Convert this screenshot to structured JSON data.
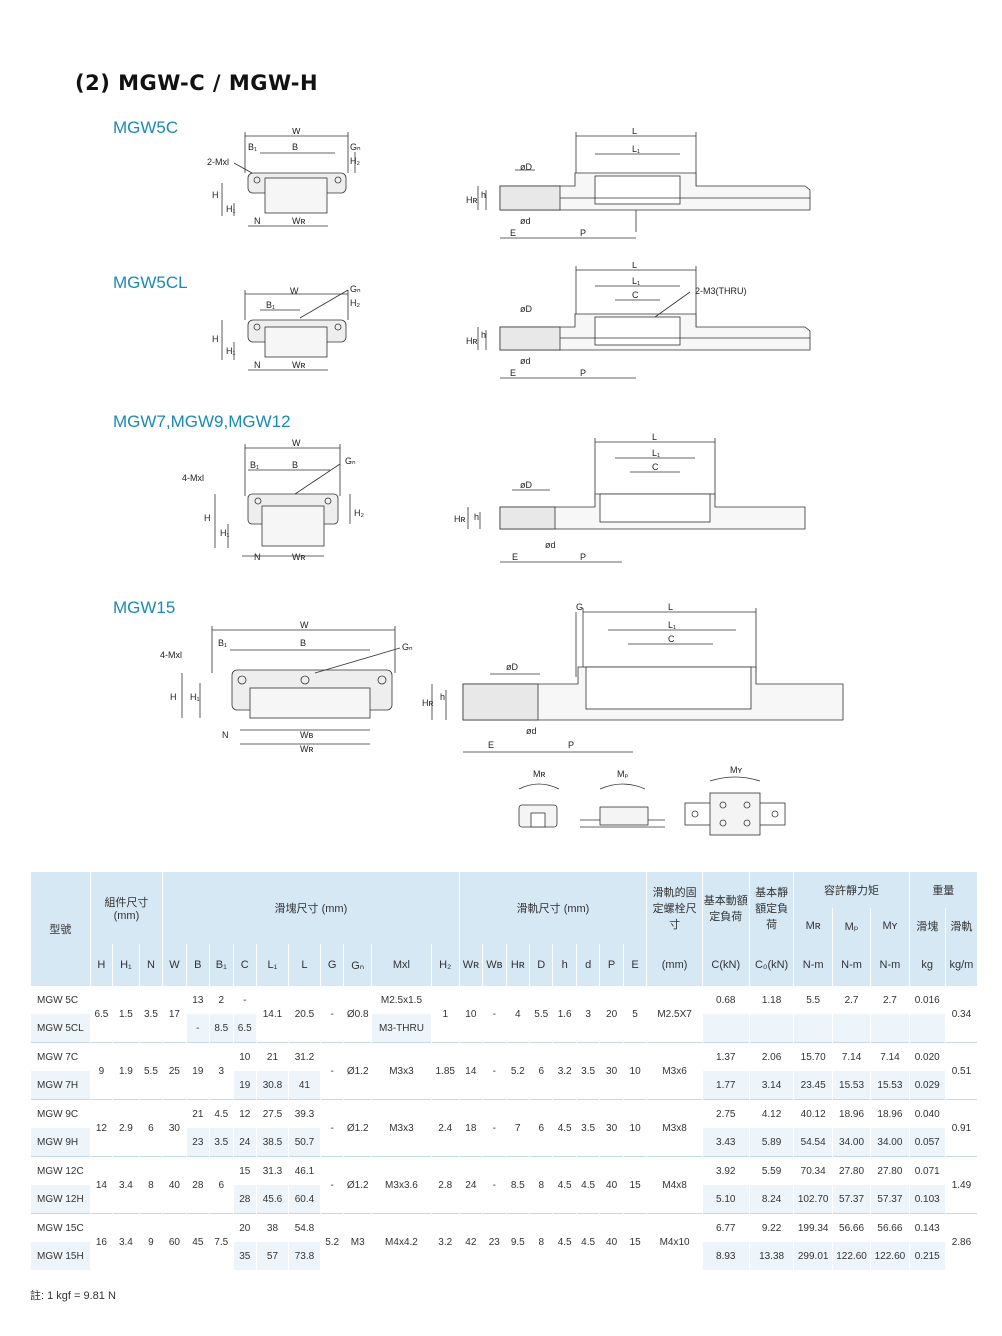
{
  "title": "(2) MGW-C / MGW-H",
  "sections": [
    "MGW5C",
    "MGW5CL",
    "MGW7,MGW9,MGW12",
    "MGW15"
  ],
  "labels": {
    "W": "W",
    "B": "B",
    "B1": "B₁",
    "Gn": "Gₙ",
    "H": "H",
    "H1": "H₁",
    "H2": "H₂",
    "N": "N",
    "WR": "Wʀ",
    "WB": "Wʙ",
    "L": "L",
    "L1": "L₁",
    "C": "C",
    "D": "øD",
    "d": "ød",
    "E": "E",
    "P": "P",
    "h": "h",
    "HR": "Hʀ",
    "G": "G",
    "m2": "2-Mxl",
    "m4": "4-Mxl",
    "thru": "2-M3(THRU)",
    "MR": "Mʀ",
    "MP": "Mₚ",
    "MY": "Mʏ"
  },
  "table": {
    "head": {
      "model": "型號",
      "assembly": "組件尺寸",
      "assembly_unit": "(mm)",
      "block": "滑塊尺寸 (mm)",
      "rail": "滑軌尺寸 (mm)",
      "bolt": "滑軌的固定螺栓尺寸",
      "dyn": "基本動額定負荷",
      "stat": "基本靜額定負荷",
      "moment": "容許靜力矩",
      "weight": "重量",
      "block_w": "滑塊",
      "rail_w": "滑軌",
      "cols": [
        "H",
        "H₁",
        "N",
        "W",
        "B",
        "B₁",
        "C",
        "L₁",
        "L",
        "G",
        "Gₙ",
        "Mxl",
        "H₂",
        "Wʀ",
        "Wʙ",
        "Hʀ",
        "D",
        "h",
        "d",
        "P",
        "E",
        "(mm)",
        "C(kN)",
        "C₀(kN)",
        "N-m",
        "N-m",
        "N-m",
        "kg",
        "kg/m"
      ],
      "moment_cols": [
        "Mʀ",
        "Mₚ",
        "Mʏ"
      ]
    },
    "groups": [
      {
        "shared": {
          "H": "6.5",
          "H1": "1.5",
          "N": "3.5",
          "W": "17",
          "B1": "",
          "G": "-",
          "H2": "1",
          "WR": "10",
          "WB": "-",
          "HR": "4",
          "D": "5.5",
          "h": "1.6",
          "d": "3",
          "P": "20",
          "E": "5",
          "bolt": "M2.5X7",
          "rail_w": "0.34",
          "L1": "14.1",
          "L": "20.5",
          "Gn": "Ø0.8"
        },
        "rows": [
          {
            "model": "MGW 5C",
            "B": "13",
            "B1": "2",
            "C": "-",
            "Mxl": "M2.5x1.5",
            "dyn": "0.68",
            "stat": "1.18",
            "MR": "5.5",
            "MP": "2.7",
            "MY": "2.7",
            "kg": "0.016"
          },
          {
            "model": "MGW 5CL",
            "B": "-",
            "B1": "8.5",
            "C": "6.5",
            "Mxl": "M3-THRU"
          }
        ]
      },
      {
        "shared": {
          "H": "9",
          "H1": "1.9",
          "N": "5.5",
          "W": "25",
          "B": "19",
          "B1": "3",
          "G": "-",
          "Gn": "Ø1.2",
          "Mxl": "M3x3",
          "H2": "1.85",
          "WR": "14",
          "WB": "-",
          "HR": "5.2",
          "D": "6",
          "h": "3.2",
          "d": "3.5",
          "P": "30",
          "E": "10",
          "bolt": "M3x6",
          "rail_w": "0.51"
        },
        "rows": [
          {
            "model": "MGW 7C",
            "C": "10",
            "L1": "21",
            "L": "31.2",
            "dyn": "1.37",
            "stat": "2.06",
            "MR": "15.70",
            "MP": "7.14",
            "MY": "7.14",
            "kg": "0.020"
          },
          {
            "model": "MGW 7H",
            "C": "19",
            "L1": "30.8",
            "L": "41",
            "dyn": "1.77",
            "stat": "3.14",
            "MR": "23.45",
            "MP": "15.53",
            "MY": "15.53",
            "kg": "0.029"
          }
        ]
      },
      {
        "shared": {
          "H": "12",
          "H1": "2.9",
          "N": "6",
          "W": "30",
          "G": "-",
          "Gn": "Ø1.2",
          "Mxl": "M3x3",
          "H2": "2.4",
          "WR": "18",
          "WB": "-",
          "HR": "7",
          "D": "6",
          "h": "4.5",
          "d": "3.5",
          "P": "30",
          "E": "10",
          "bolt": "M3x8",
          "rail_w": "0.91"
        },
        "rows": [
          {
            "model": "MGW 9C",
            "B": "21",
            "B1": "4.5",
            "C": "12",
            "L1": "27.5",
            "L": "39.3",
            "dyn": "2.75",
            "stat": "4.12",
            "MR": "40.12",
            "MP": "18.96",
            "MY": "18.96",
            "kg": "0.040"
          },
          {
            "model": "MGW 9H",
            "B": "23",
            "B1": "3.5",
            "C": "24",
            "L1": "38.5",
            "L": "50.7",
            "dyn": "3.43",
            "stat": "5.89",
            "MR": "54.54",
            "MP": "34.00",
            "MY": "34.00",
            "kg": "0.057"
          }
        ]
      },
      {
        "shared": {
          "H": "14",
          "H1": "3.4",
          "N": "8",
          "W": "40",
          "B": "28",
          "B1": "6",
          "G": "-",
          "Gn": "Ø1.2",
          "Mxl": "M3x3.6",
          "H2": "2.8",
          "WR": "24",
          "WB": "-",
          "HR": "8.5",
          "D": "8",
          "h": "4.5",
          "d": "4.5",
          "P": "40",
          "E": "15",
          "bolt": "M4x8",
          "rail_w": "1.49"
        },
        "rows": [
          {
            "model": "MGW 12C",
            "C": "15",
            "L1": "31.3",
            "L": "46.1",
            "dyn": "3.92",
            "stat": "5.59",
            "MR": "70.34",
            "MP": "27.80",
            "MY": "27.80",
            "kg": "0.071"
          },
          {
            "model": "MGW 12H",
            "C": "28",
            "L1": "45.6",
            "L": "60.4",
            "dyn": "5.10",
            "stat": "8.24",
            "MR": "102.70",
            "MP": "57.37",
            "MY": "57.37",
            "kg": "0.103"
          }
        ]
      },
      {
        "shared": {
          "H": "16",
          "H1": "3.4",
          "N": "9",
          "W": "60",
          "B": "45",
          "B1": "7.5",
          "G": "5.2",
          "Gn": "M3",
          "Mxl": "M4x4.2",
          "H2": "3.2",
          "WR": "42",
          "WB": "23",
          "HR": "9.5",
          "D": "8",
          "h": "4.5",
          "d": "4.5",
          "P": "40",
          "E": "15",
          "bolt": "M4x10",
          "rail_w": "2.86"
        },
        "rows": [
          {
            "model": "MGW 15C",
            "C": "20",
            "L1": "38",
            "L": "54.8",
            "dyn": "6.77",
            "stat": "9.22",
            "MR": "199.34",
            "MP": "56.66",
            "MY": "56.66",
            "kg": "0.143"
          },
          {
            "model": "MGW 15H",
            "C": "35",
            "L1": "57",
            "L": "73.8",
            "dyn": "8.93",
            "stat": "13.38",
            "MR": "299.01",
            "MP": "122.60",
            "MY": "122.60",
            "kg": "0.215"
          }
        ]
      }
    ]
  },
  "note": "註: 1 kgf = 9.81 N"
}
